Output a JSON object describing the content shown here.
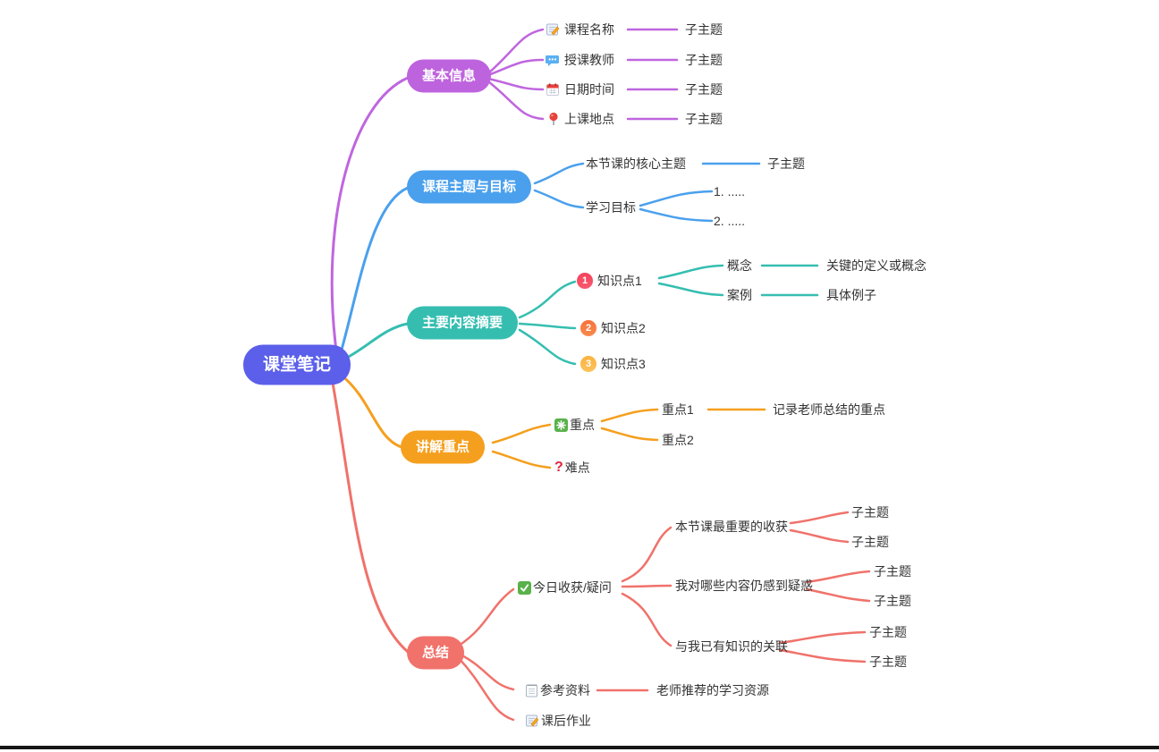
{
  "root": {
    "label": "课堂笔记",
    "color": "#5b5fe9"
  },
  "branches": [
    {
      "label": "基本信息",
      "color": "#be63de",
      "children": [
        {
          "icon": "memo-icon",
          "label": "课程名称",
          "children": [
            {
              "label": "子主题"
            }
          ]
        },
        {
          "icon": "speech-balloon-icon",
          "label": "授课教师",
          "children": [
            {
              "label": "子主题"
            }
          ]
        },
        {
          "icon": "calendar-icon",
          "label": "日期时间",
          "children": [
            {
              "label": "子主题"
            }
          ]
        },
        {
          "icon": "round-pushpin-icon",
          "label": "上课地点",
          "children": [
            {
              "label": "子主题"
            }
          ]
        }
      ]
    },
    {
      "label": "课程主题与目标",
      "color": "#4aa0ed",
      "children": [
        {
          "label": "本节课的核心主题",
          "children": [
            {
              "label": "子主题"
            }
          ]
        },
        {
          "label": "学习目标",
          "children": [
            {
              "label": "1. ....."
            },
            {
              "label": "2. ....."
            }
          ]
        }
      ]
    },
    {
      "label": "主要内容摘要",
      "color": "#35beb0",
      "children": [
        {
          "icon": "number-1-badge",
          "badge": "1",
          "label": "知识点1",
          "children": [
            {
              "label": "概念",
              "children": [
                {
                  "label": "关键的定义或概念"
                }
              ]
            },
            {
              "label": "案例",
              "children": [
                {
                  "label": "具体例子"
                }
              ]
            }
          ]
        },
        {
          "icon": "number-2-badge",
          "badge": "2",
          "label": "知识点2",
          "children": []
        },
        {
          "icon": "number-3-badge",
          "badge": "3",
          "label": "知识点3",
          "children": []
        }
      ]
    },
    {
      "label": "讲解重点",
      "color": "#f59f1e",
      "children": [
        {
          "icon": "green-asterisk-icon",
          "label": "重点",
          "children": [
            {
              "label": "重点1",
              "children": [
                {
                  "label": "记录老师总结的重点"
                }
              ]
            },
            {
              "label": "重点2",
              "children": []
            }
          ]
        },
        {
          "icon": "red-question-icon",
          "icon_glyph": "?",
          "label": "难点",
          "children": []
        }
      ]
    },
    {
      "label": "总结",
      "color": "#f0726b",
      "children": [
        {
          "icon": "green-check-icon",
          "label": "今日收获/疑问",
          "children": [
            {
              "label": "本节课最重要的收获",
              "children": [
                {
                  "label": "子主题"
                },
                {
                  "label": "子主题"
                }
              ]
            },
            {
              "label": "我对哪些内容仍感到疑惑",
              "children": [
                {
                  "label": "子主题"
                },
                {
                  "label": "子主题"
                }
              ]
            },
            {
              "label": "与我已有知识的关联",
              "children": [
                {
                  "label": "子主题"
                },
                {
                  "label": "子主题"
                }
              ]
            }
          ]
        },
        {
          "icon": "spiral-notepad-icon",
          "label": "参考资料",
          "children": [
            {
              "label": "老师推荐的学习资源"
            }
          ]
        },
        {
          "icon": "memo-icon",
          "label": "课后作业",
          "children": []
        }
      ]
    }
  ]
}
